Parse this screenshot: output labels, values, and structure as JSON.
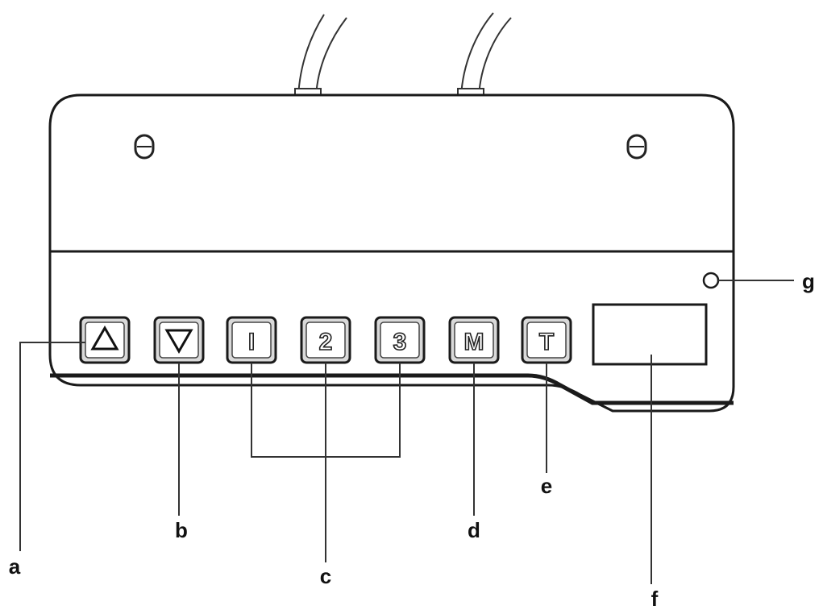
{
  "buttons": {
    "up": {
      "icon": "triangle-up-icon"
    },
    "down": {
      "icon": "triangle-down-icon"
    },
    "preset1": {
      "label": "I"
    },
    "preset2": {
      "label": "2"
    },
    "preset3": {
      "label": "3"
    },
    "memory": {
      "label": "M"
    },
    "timer": {
      "label": "T"
    }
  },
  "callouts": {
    "a": "a",
    "b": "b",
    "c": "c",
    "d": "d",
    "e": "e",
    "f": "f",
    "g": "g"
  },
  "colors": {
    "stroke": "#1a1a1a",
    "button_fill": "#d9d9d9",
    "body_fill": "#ffffff"
  }
}
